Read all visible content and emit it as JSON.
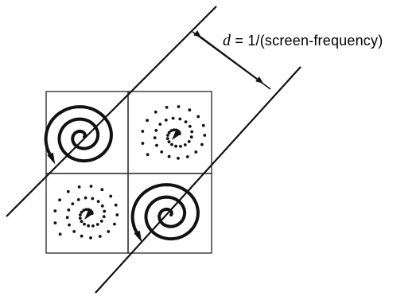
{
  "annotation": {
    "variable": "d",
    "expression": "= 1/(screen-frequency)"
  },
  "cells": [
    {
      "position": "top-left",
      "style": "solid-spiral"
    },
    {
      "position": "top-right",
      "style": "dotted-spiral"
    },
    {
      "position": "bottom-left",
      "style": "dotted-spiral"
    },
    {
      "position": "bottom-right",
      "style": "solid-spiral"
    }
  ],
  "colors": {
    "ink": "#111111",
    "background": "#ffffff"
  }
}
